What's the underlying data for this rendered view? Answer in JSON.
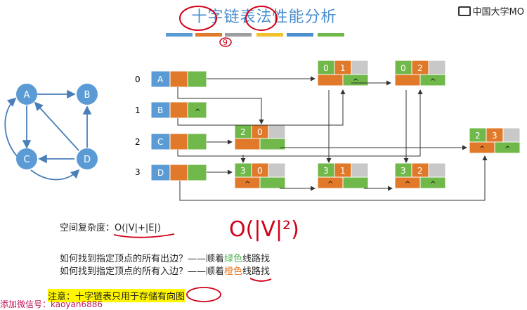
{
  "title": "十字链表法性能分析",
  "title_marker": "9",
  "logo_text": "中国大学MO",
  "graph": {
    "nodes": [
      "A",
      "B",
      "C",
      "D"
    ]
  },
  "vertex_list": {
    "row_indices": [
      "0",
      "1",
      "2",
      "3"
    ],
    "vertices": [
      "A",
      "B",
      "C",
      "D"
    ],
    "null_marks": {
      "B": "^"
    }
  },
  "arc_nodes": [
    {
      "tail": "0",
      "head": "1",
      "hlink": "",
      "tlink": "^"
    },
    {
      "tail": "0",
      "head": "2",
      "hlink": "",
      "tlink": "^"
    },
    {
      "tail": "2",
      "head": "0",
      "hlink": "",
      "tlink": ""
    },
    {
      "tail": "2",
      "head": "3",
      "hlink": "^",
      "tlink": "^"
    },
    {
      "tail": "3",
      "head": "0",
      "hlink": "^",
      "tlink": ""
    },
    {
      "tail": "3",
      "head": "1",
      "hlink": "^",
      "tlink": ""
    },
    {
      "tail": "3",
      "head": "2",
      "hlink": "^",
      "tlink": "^"
    }
  ],
  "texts": {
    "space_prefix": "空间复杂度：",
    "space_formula": "O(|V|+|E|)",
    "handwritten": "O(|V|²)",
    "q1_prefix": "如何找到指定顶点的所有出边？——顺着",
    "q1_color": "绿色",
    "q1_suffix": "线路找",
    "q2_prefix": "如何找到指定顶点的所有入边？——顺着",
    "q2_color": "橙色",
    "q2_suffix": "线路找",
    "note": "注意：十字链表只用于存储有向图",
    "watermark": "添加微信号：kaoyan6886"
  },
  "colors": {
    "blue": "#5b9bd5",
    "orange": "#e07a2a",
    "green": "#70b84a",
    "gray": "#c8c8c8",
    "title_blue": "#4a8fd0",
    "red_ink": "#d0021b"
  }
}
